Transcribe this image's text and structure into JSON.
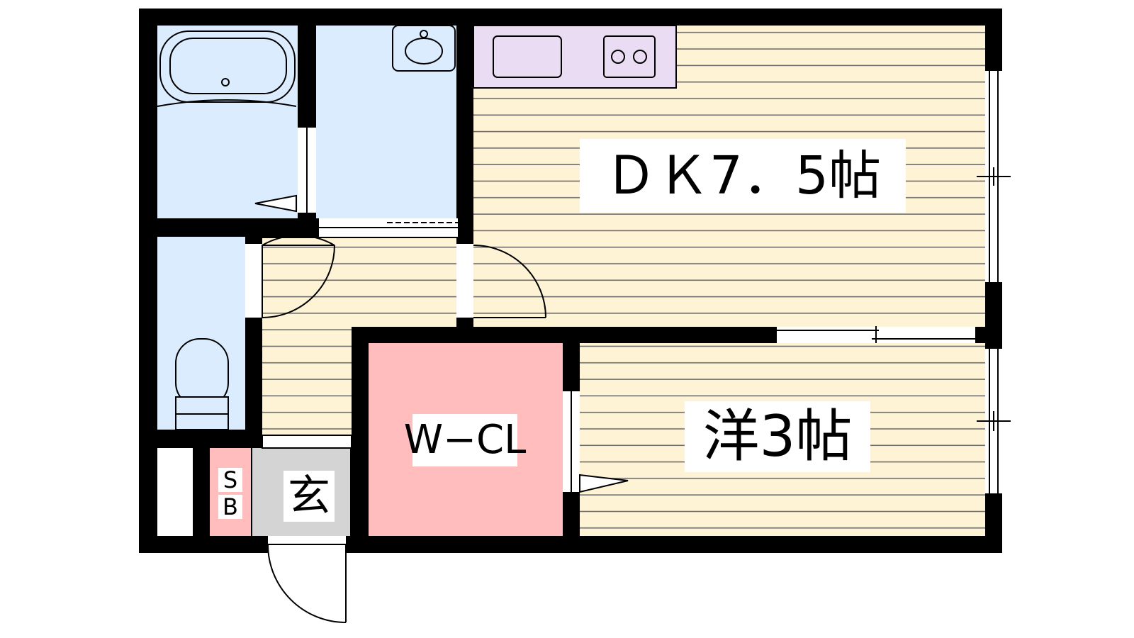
{
  "floor_plan": {
    "rooms": {
      "dk": {
        "label": "ＤＫ7．5帖"
      },
      "western": {
        "label": "洋3帖"
      },
      "walk_in_closet": {
        "label": "W−CL"
      },
      "entrance": {
        "label": "玄"
      },
      "shoe_box": {
        "label_top": "S",
        "label_bottom": "B"
      }
    },
    "colors": {
      "floor": "#fff3d6",
      "floor_lines": "#6e6e6e",
      "water": "#dcecff",
      "kitchen": "#eadcf3",
      "closet": "#ffbdbd",
      "entrance": "#d4d4d4",
      "wall": "#000000"
    }
  }
}
